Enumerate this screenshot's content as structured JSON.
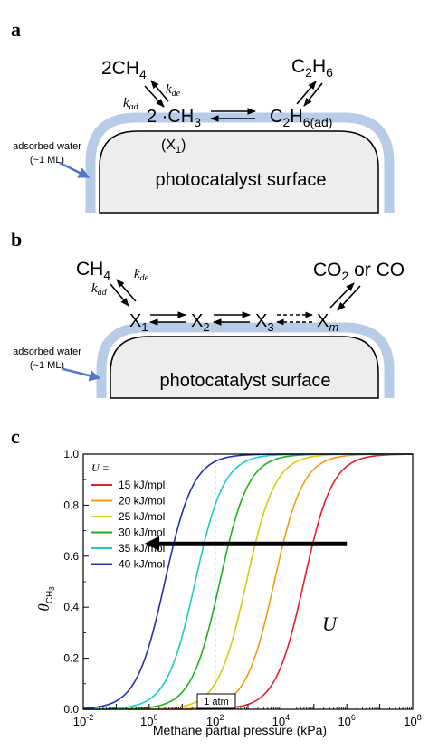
{
  "panel_a": {
    "letter": "a",
    "ch4_label": "2CH",
    "ch4_sub": "4",
    "c2h6_c": "C",
    "c2h6_sub1": "2",
    "c2h6_h": "H",
    "c2h6_sub2": "6",
    "k_ad": "k",
    "k_ad_sub": "ad",
    "k_de": "k",
    "k_de_sub": "de",
    "ch3_label": "2 ·CH",
    "ch3_sub": "3",
    "c2h6ad_c": "C",
    "c2h6ad_sub1": "2",
    "c2h6ad_h": "H",
    "c2h6ad_sub2": "6(ad)",
    "x1_open": "(X",
    "x1_sub": "1",
    "x1_close": ")",
    "water_line1": "adsorbed water",
    "water_line2": "(~1 ML)",
    "surface_label": "photocatalyst surface"
  },
  "panel_b": {
    "letter": "b",
    "ch4_label": "CH",
    "ch4_sub": "4",
    "co2_label": "CO",
    "co2_sub": "2",
    "co2_rest": " or CO",
    "k_ad": "k",
    "k_ad_sub": "ad",
    "k_de": "k",
    "k_de_sub": "de",
    "x": "X",
    "x1_sub": "1",
    "x2_sub": "2",
    "x3_sub": "3",
    "xm_sub": "m",
    "water_line1": "adsorbed water",
    "water_line2": "(~1 ML)",
    "surface_label": "photocatalyst surface"
  },
  "panel_c": {
    "letter": "c",
    "ylabel": "θ",
    "ylabel_sub": "CH",
    "ylabel_subsub": "3",
    "xlabel": "Methane partial pressure (kPa)",
    "legend_title": "U =",
    "arrow_label": "U",
    "atm_label": "1 atm"
  },
  "chart_data": {
    "type": "line",
    "xscale": "log",
    "xlim": [
      0.01,
      100000000
    ],
    "ylim": [
      0.0,
      1.0
    ],
    "x_ticks": [
      {
        "base": "10",
        "exp": "-2",
        "value": 0.01
      },
      {
        "base": "10",
        "exp": "0",
        "value": 1
      },
      {
        "base": "10",
        "exp": "2",
        "value": 100
      },
      {
        "base": "10",
        "exp": "4",
        "value": 10000
      },
      {
        "base": "10",
        "exp": "6",
        "value": 1000000
      },
      {
        "base": "10",
        "exp": "8",
        "value": 100000000
      }
    ],
    "y_ticks": [
      "0.0",
      "0.2",
      "0.4",
      "0.6",
      "0.8",
      "1.0"
    ],
    "y_tick_values": [
      0.0,
      0.2,
      0.4,
      0.6,
      0.8,
      1.0
    ],
    "vline_x": 100,
    "arrow": {
      "from_x": 1000000,
      "to_x": 1,
      "y": 0.65
    },
    "series": [
      {
        "name": "15 kJ/mpl",
        "color": "#e8202a",
        "half_x": 50000,
        "slope": 1
      },
      {
        "name": "20 kJ/mol",
        "color": "#f39c12",
        "half_x": 6300,
        "slope": 1
      },
      {
        "name": "25 kJ/mol",
        "color": "#d4cc12",
        "half_x": 900,
        "slope": 1
      },
      {
        "name": "30 kJ/mol",
        "color": "#22b022",
        "half_x": 140,
        "slope": 1
      },
      {
        "name": "35 kJ/mol",
        "color": "#22c8c8",
        "half_x": 25,
        "slope": 1
      },
      {
        "name": "40 kJ/mol",
        "color": "#2233aa",
        "half_x": 3,
        "slope": 1
      }
    ]
  }
}
